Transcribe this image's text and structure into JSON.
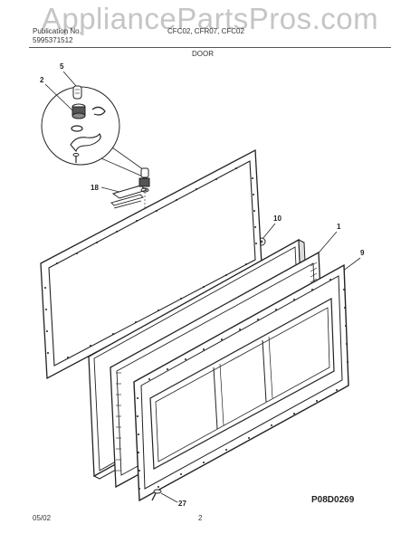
{
  "watermark": "AppliancePartsPros.com",
  "header": {
    "publication_label": "Publication No.",
    "publication_number": "5995371512",
    "model_line": "CFC02, CFR07, CFC02",
    "section": "DOOR"
  },
  "callouts": {
    "c1": "1",
    "c2": "2",
    "c5": "5",
    "c9": "9",
    "c10": "10",
    "c18": "18",
    "c27": "27"
  },
  "footer": {
    "date": "05/02",
    "page": "2",
    "diagram_code": "P08D0269"
  }
}
